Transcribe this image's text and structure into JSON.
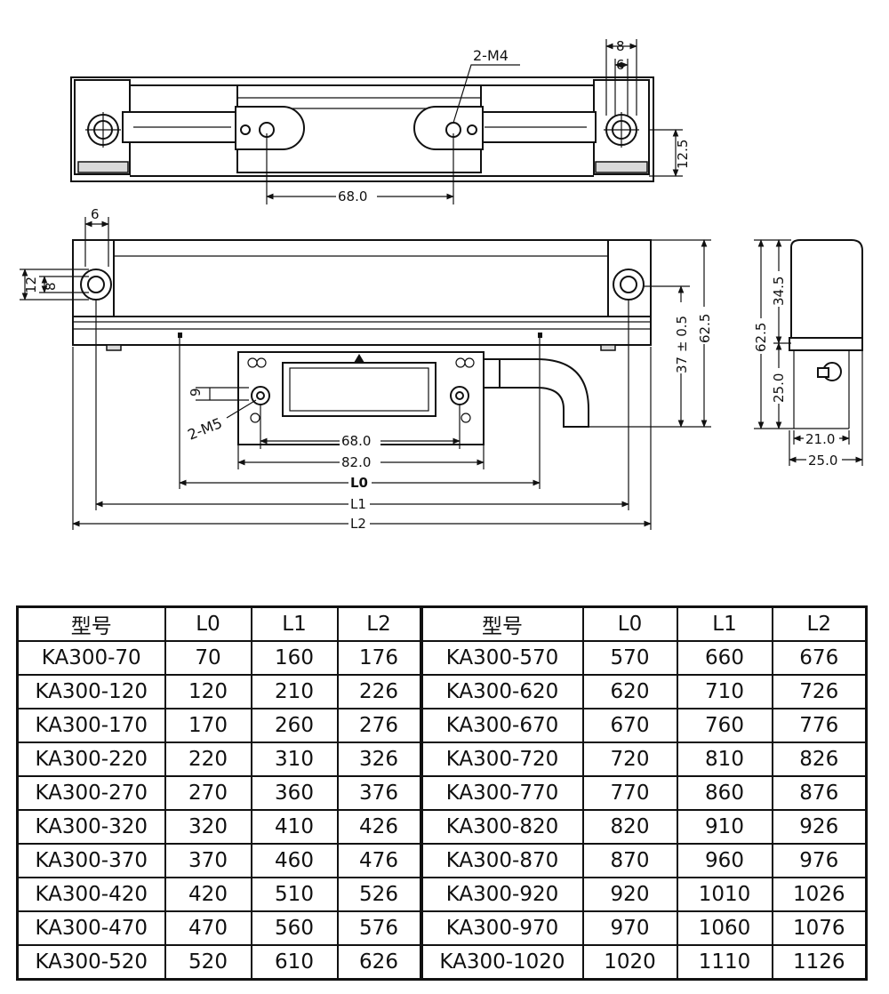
{
  "drawing": {
    "top_view": {
      "holes_label": "2-M4",
      "dim_8": "8",
      "dim_6": "6",
      "dim_12_5": "12.5",
      "dim_68": "68.0"
    },
    "front_view": {
      "dim_6": "6",
      "dim_12": "12",
      "dim_8": "8",
      "dim_9": "9",
      "holes_label": "2-M5",
      "dim_68": "68.0",
      "dim_82": "82.0",
      "dim_L0": "L0",
      "dim_L1": "L1",
      "dim_L2": "L2",
      "dim_37": "37 ± 0.5",
      "dim_62_5": "62.5"
    },
    "side_view": {
      "dim_62_5": "62.5",
      "dim_34_5": "34.5",
      "dim_25": "25.0",
      "dim_21": "21.0",
      "dim_25_w": "25.0"
    }
  },
  "table": {
    "headers": [
      "型号",
      "L0",
      "L1",
      "L2",
      "型号",
      "L0",
      "L1",
      "L2"
    ],
    "rows": [
      [
        "KA300-70",
        "70",
        "160",
        "176",
        "KA300-570",
        "570",
        "660",
        "676"
      ],
      [
        "KA300-120",
        "120",
        "210",
        "226",
        "KA300-620",
        "620",
        "710",
        "726"
      ],
      [
        "KA300-170",
        "170",
        "260",
        "276",
        "KA300-670",
        "670",
        "760",
        "776"
      ],
      [
        "KA300-220",
        "220",
        "310",
        "326",
        "KA300-720",
        "720",
        "810",
        "826"
      ],
      [
        "KA300-270",
        "270",
        "360",
        "376",
        "KA300-770",
        "770",
        "860",
        "876"
      ],
      [
        "KA300-320",
        "320",
        "410",
        "426",
        "KA300-820",
        "820",
        "910",
        "926"
      ],
      [
        "KA300-370",
        "370",
        "460",
        "476",
        "KA300-870",
        "870",
        "960",
        "976"
      ],
      [
        "KA300-420",
        "420",
        "510",
        "526",
        "KA300-920",
        "920",
        "1010",
        "1026"
      ],
      [
        "KA300-470",
        "470",
        "560",
        "576",
        "KA300-970",
        "970",
        "1060",
        "1076"
      ],
      [
        "KA300-520",
        "520",
        "610",
        "626",
        "KA300-1020",
        "1020",
        "1110",
        "1126"
      ]
    ]
  }
}
